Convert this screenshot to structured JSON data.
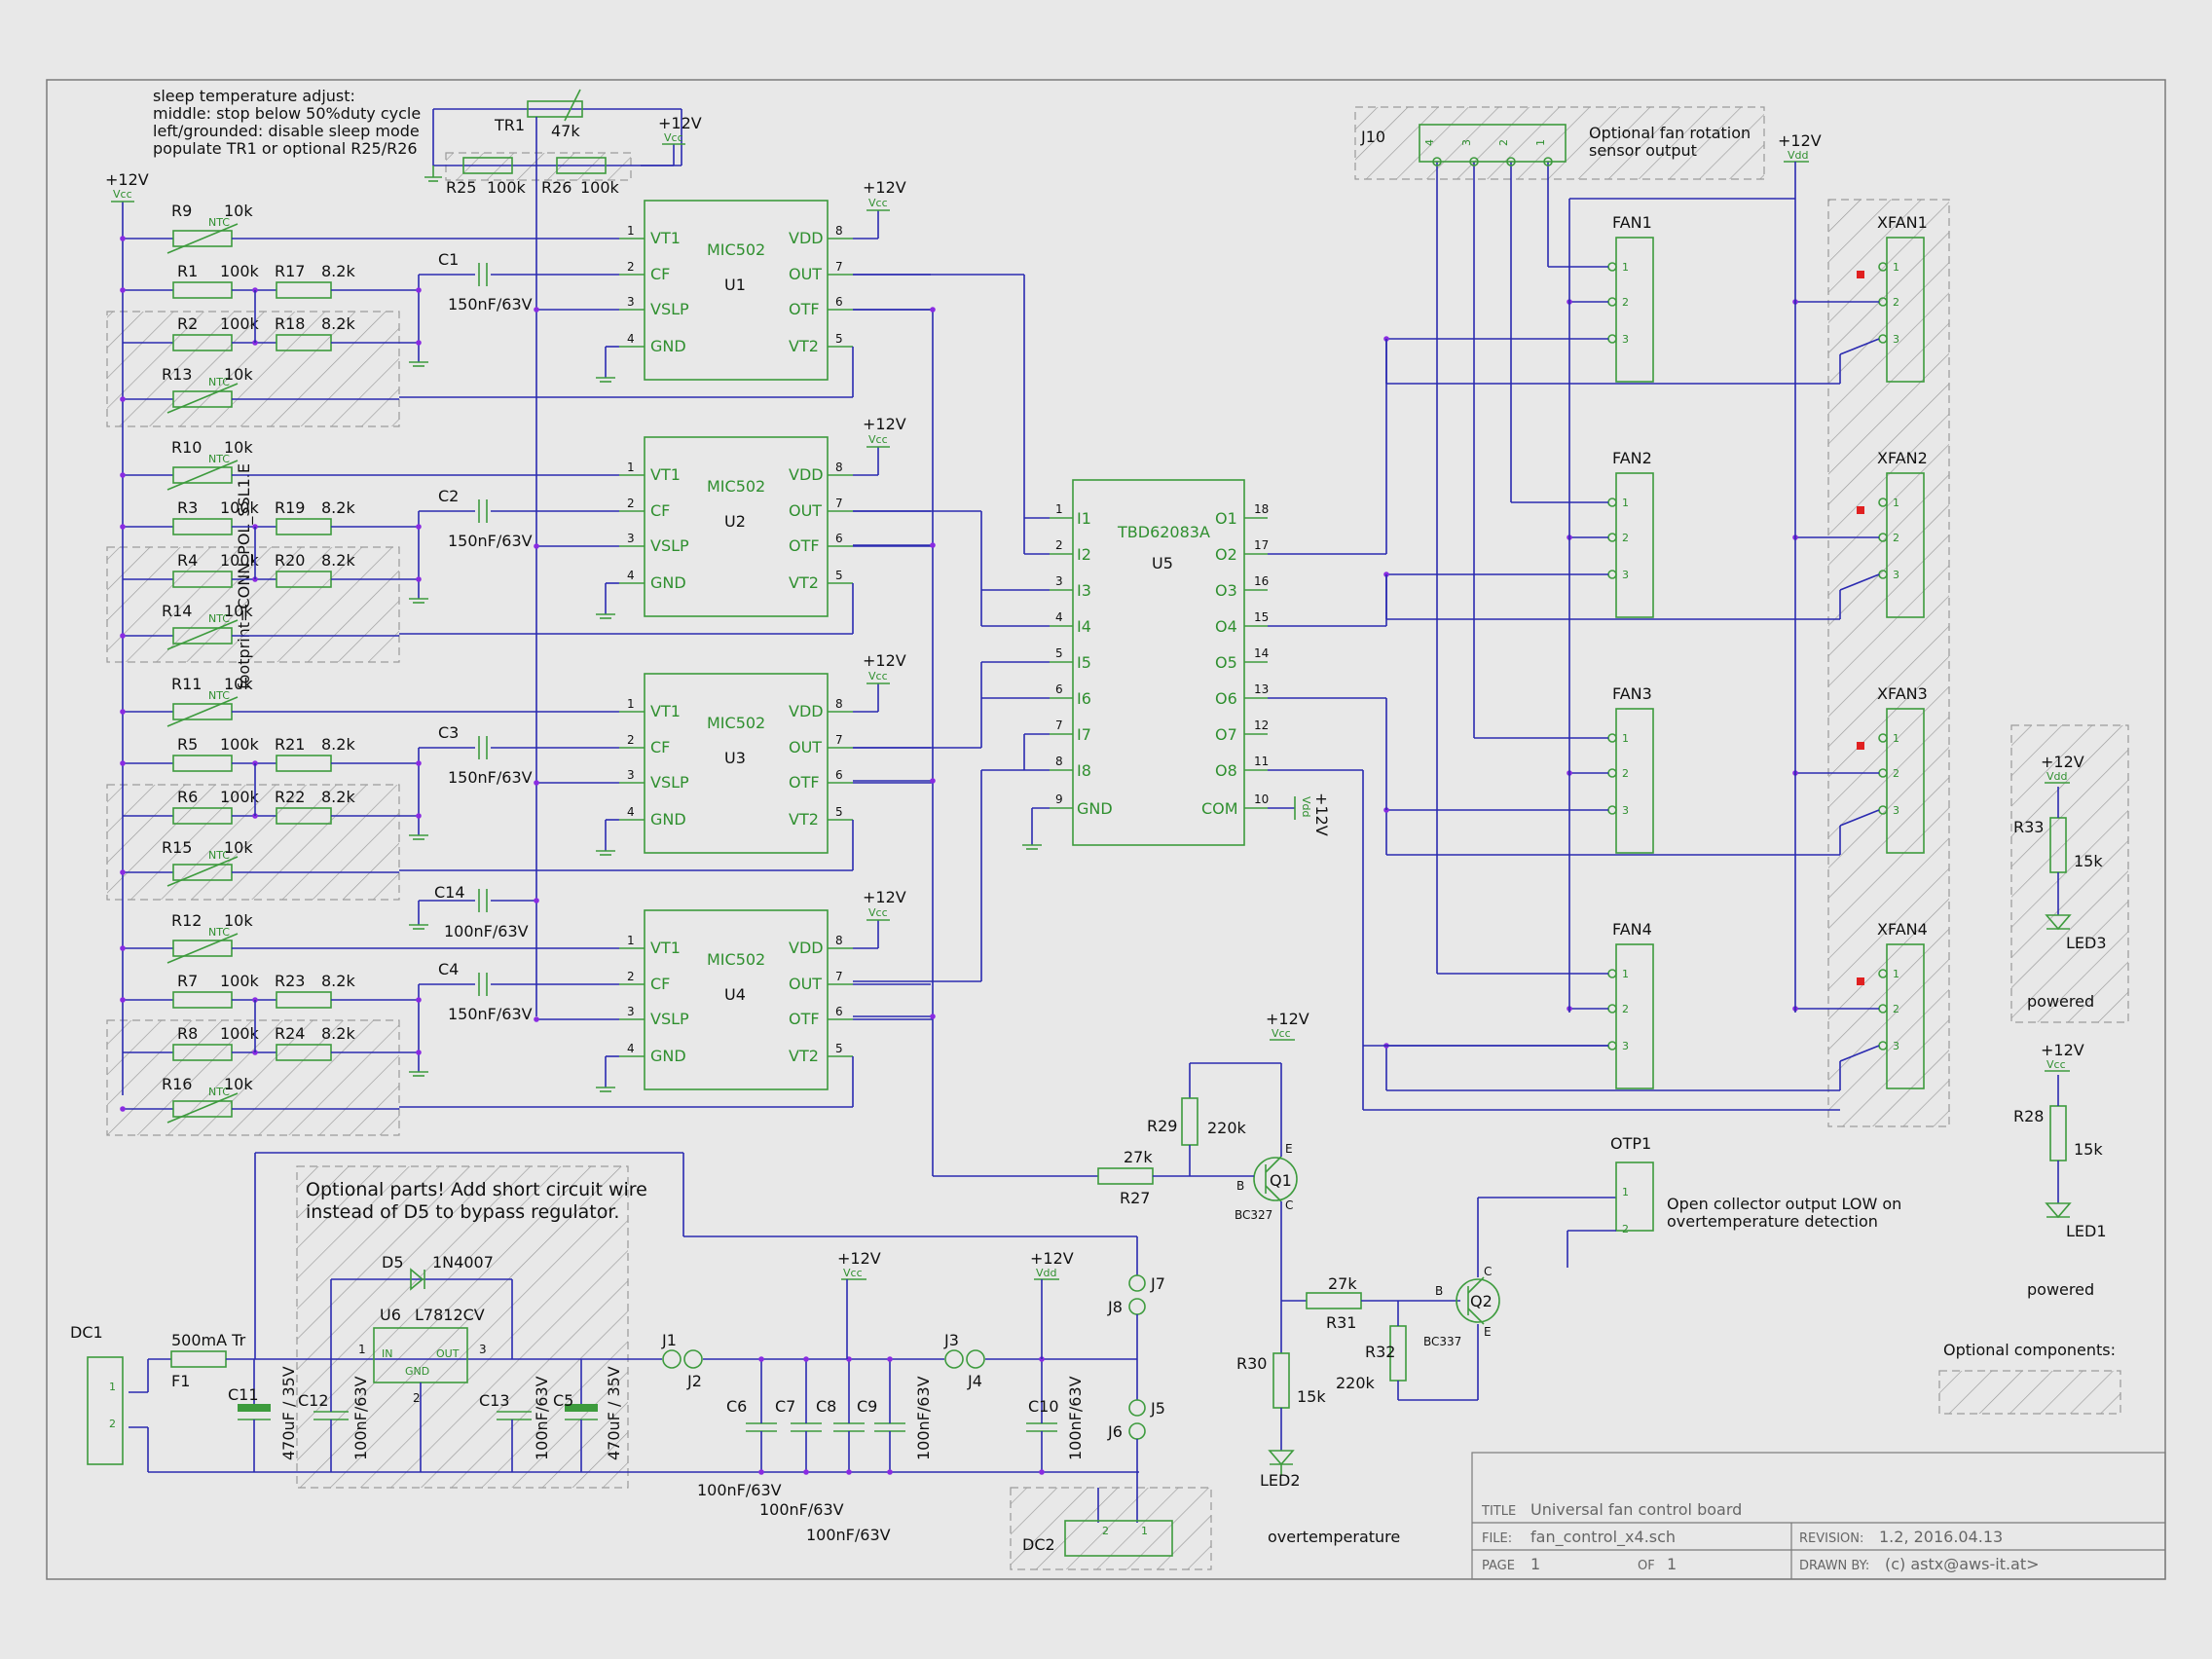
{
  "notes": {
    "sleep_title": "sleep temperature adjust:",
    "sleep_middle": "middle: stop below 50%duty cycle",
    "sleep_left": "left/grounded: disable sleep mode",
    "sleep_populate": "populate TR1 or optional R25/R26",
    "optional_parts_1": "Optional parts! Add short circuit wire",
    "optional_parts_2": "instead of D5 to bypass regulator.",
    "j10_desc_1": "Optional  fan rotation",
    "j10_desc_2": "sensor output",
    "otp_desc_1": "Open collector output LOW on",
    "otp_desc_2": "overtemperature detection",
    "legend": "Optional components:",
    "footprint": "footprint=CONN_POL_SSL1.E",
    "powered": "powered",
    "overtemp": "overtemperature"
  },
  "power": {
    "v12": "+12V",
    "vcc": "Vcc",
    "vdd": "Vdd"
  },
  "ic": {
    "mic502": "MIC502",
    "u_refs": [
      "U1",
      "U2",
      "U3",
      "U4"
    ],
    "pins_left": [
      "VT1",
      "CF",
      "VSLP",
      "GND"
    ],
    "pins_right": [
      "VDD",
      "OUT",
      "OTF",
      "VT2"
    ],
    "pin_nums_left": [
      "1",
      "2",
      "3",
      "4"
    ],
    "pin_nums_right": [
      "8",
      "7",
      "6",
      "5"
    ],
    "driver": "TBD62083A",
    "driver_ref": "U5",
    "driver_in": [
      "I1",
      "I2",
      "I3",
      "I4",
      "I5",
      "I6",
      "I7",
      "I8",
      "GND"
    ],
    "driver_out": [
      "O1",
      "O2",
      "O3",
      "O4",
      "O5",
      "O6",
      "O7",
      "O8",
      "COM"
    ],
    "driver_in_nums": [
      "1",
      "2",
      "3",
      "4",
      "5",
      "6",
      "7",
      "8",
      "9"
    ],
    "driver_out_nums": [
      "18",
      "17",
      "16",
      "15",
      "14",
      "13",
      "12",
      "11",
      "10"
    ]
  },
  "channels": [
    {
      "ntc_a": "R9",
      "ntc_a_val": "10k",
      "r_a": "R1",
      "r_b": "R17",
      "r_c": "R2",
      "r_d": "R18",
      "ntc_b": "R13",
      "cap": "C1"
    },
    {
      "ntc_a": "R10",
      "ntc_a_val": "10k",
      "r_a": "R3",
      "r_b": "R19",
      "r_c": "R4",
      "r_d": "R20",
      "ntc_b": "R14",
      "cap": "C2"
    },
    {
      "ntc_a": "R11",
      "ntc_a_val": "10k",
      "r_a": "R5",
      "r_b": "R21",
      "r_c": "R6",
      "r_d": "R22",
      "ntc_b": "R15",
      "cap": "C3"
    },
    {
      "ntc_a": "R12",
      "ntc_a_val": "10k",
      "r_a": "R7",
      "r_b": "R23",
      "r_c": "R8",
      "r_d": "R24",
      "ntc_b": "R16",
      "cap": "C4"
    }
  ],
  "values": {
    "r100k": "100k",
    "r8k2": "8.2k",
    "r10k": "10k",
    "ntc": "NTC",
    "c150n": "150nF/63V",
    "c100n": "100nF/63V",
    "c470u": "470uF / 35V",
    "r220k": "220k",
    "r27k": "27k",
    "r15k": "15k",
    "r47k": "47k"
  },
  "misc": {
    "tr1": "TR1",
    "r25": "R25",
    "r26": "R26",
    "c14": "C14",
    "j10": "J10",
    "j10_pins": [
      "4",
      "3",
      "2",
      "1"
    ],
    "fans": [
      "FAN1",
      "FAN2",
      "FAN3",
      "FAN4"
    ],
    "xfans": [
      "XFAN1",
      "XFAN2",
      "XFAN3",
      "XFAN4"
    ],
    "fan_pins": [
      "1",
      "2",
      "3"
    ],
    "q1": "Q1",
    "q1_type": "BC327",
    "q2": "Q2",
    "q2_type": "BC337",
    "r27": "R27",
    "r29": "R29",
    "r30": "R30",
    "r31": "R31",
    "r32": "R32",
    "r33": "R33",
    "r28": "R28",
    "led1": "LED1",
    "led2": "LED2",
    "led3": "LED3",
    "otp1": "OTP1",
    "otp_pins": [
      "1",
      "2"
    ],
    "dc1": "DC1",
    "dc2": "DC2",
    "dc_pins": [
      "1",
      "2"
    ],
    "f1": "F1",
    "f1_val": "500mA Tr",
    "d5": "D5",
    "d5_val": "1N4007",
    "u6": "U6",
    "u6_val": "L7812CV",
    "u6_in": "IN",
    "u6_out": "OUT",
    "u6_gnd": "GND",
    "u6_pins": [
      "1",
      "2",
      "3"
    ],
    "c11": "C11",
    "c12": "C12",
    "c13": "C13",
    "c5": "C5",
    "c6": "C6",
    "c7": "C7",
    "c8": "C8",
    "c9": "C9",
    "c10": "C10",
    "jumpers": [
      "J1",
      "J2",
      "J3",
      "J4",
      "J5",
      "J6",
      "J7",
      "J8"
    ],
    "pin_b": "B",
    "pin_c": "C",
    "pin_e": "E"
  },
  "titleblock": {
    "title_label": "TITLE",
    "title": "Universal fan control board",
    "file_label": "FILE:",
    "file": "fan_control_x4.sch",
    "revision_label": "REVISION:",
    "revision": "1.2, 2016.04.13",
    "page_label": "PAGE",
    "page": "1",
    "of_label": "OF",
    "of": "1",
    "drawn_label": "DRAWN BY:",
    "drawn": "(c) astx@aws-it.at>"
  }
}
